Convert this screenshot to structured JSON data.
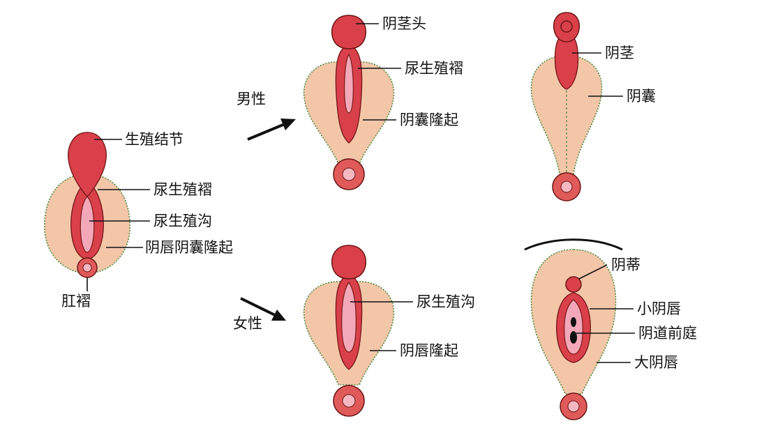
{
  "diagram": {
    "labels": {
      "indifferent": {
        "genital_tubercle": "生殖结节",
        "urogenital_fold": "尿生殖褶",
        "urogenital_groove": "尿生殖沟",
        "labioscrotal_swelling": "阴唇阴囊隆起",
        "anal_fold": "肛褶"
      },
      "male_stage": {
        "direction": "男性",
        "glans_penis": "阴茎头",
        "urogenital_fold": "尿生殖褶",
        "scrotal_swelling": "阴囊隆起"
      },
      "male_final": {
        "penis": "阴茎",
        "scrotum": "阴囊"
      },
      "female_stage": {
        "direction": "女性",
        "urogenital_groove": "尿生殖沟",
        "labial_swelling": "阴唇隆起"
      },
      "female_final": {
        "clitoris": "阴蒂",
        "labia_minora": "小阴唇",
        "vestibule": "阴道前庭",
        "labia_majora": "大阴唇"
      }
    }
  }
}
